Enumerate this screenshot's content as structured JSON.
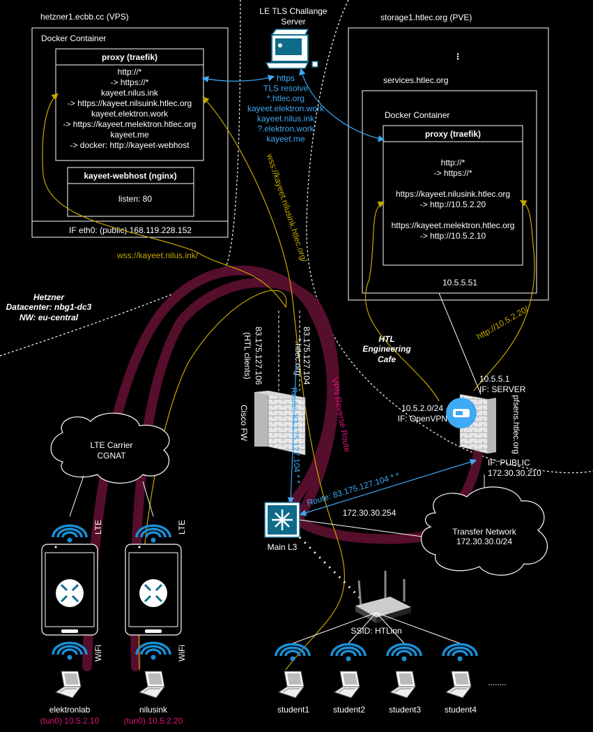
{
  "vps": {
    "title": "hetzner1.ecbb.cc (VPS)",
    "docker_label": "Docker Container",
    "proxy_title": "proxy (traefik)",
    "proxy_lines": [
      "http://*",
      "-> https://*",
      "kayeet.nilus.ink",
      "-> https://kayeet.nilsuink.htlec.org",
      "kayeet.elektron.work",
      "-> https://kayeet.melektron.htlec.org",
      "kayeet.me",
      "-> docker: http://kayeet-webhost"
    ],
    "webhost_title": "kayeet-webhost (nginx)",
    "webhost_listen": "listen: 80",
    "interface": "IF eth0: (public) 168.119.228.152"
  },
  "tls_server": {
    "title_line1": "LE TLS Challange",
    "title_line2": "Server",
    "info_lines": [
      "https",
      "TLS resolve",
      "*.htlec.org",
      "kayeet.elektron.work",
      "kayeet.nilus.ink",
      "?.elektron.work",
      "kayeet.me"
    ]
  },
  "pve": {
    "title": "storage1.htlec.org (PVE)",
    "services_title": "services.htlec.org",
    "docker_label": "Docker Container",
    "proxy_title": "proxy (traefik)",
    "proxy_lines": [
      "http://*",
      "-> https://*",
      "",
      "https://kayeet.nilusink.htlec.org",
      "-> http://10.5.2.20",
      "",
      "https://kayeet.melektron.htlec.org",
      "-> http://10.5.2.10"
    ],
    "services_ip": "10.5.5.51",
    "ellipsis": "⋮"
  },
  "datacenter": {
    "line1": "Hetzner",
    "line2": "Datacenter: nbg1-dc3",
    "line3": "NW: eu-central"
  },
  "links": {
    "wss_nilus": "wss://kayeet.nilus.ink/",
    "wss_nilusink": "wss://kayeet.nilusink.htlec.org/",
    "http_1052": "http://10.5.2.20/",
    "vpn_reverse": "VPN Reverse Route",
    "route_vertical": "Route: 83.175.127.104 * *",
    "route_diag": "Route: 83.175.127.104 * *"
  },
  "cisco": {
    "label": "Cisco FW",
    "ip_clients": "83.175.127.106",
    "ip_clients_sub": "(HTL clients)",
    "ip_htlec": "83.175.127.104",
    "ip_htlec_sub": "*.htlec.org"
  },
  "cafe": {
    "line1": "HTL",
    "line2": "Engineering",
    "line3": "Cafe"
  },
  "pfsense": {
    "name": "pfsens.htlec.org",
    "server_ip": "10.5.5.1",
    "server_if": "IF: SERVER",
    "ovpn_net": "10.5.2.0/24",
    "ovpn_if": "IF: OpenVPN",
    "public_if": "IF: PUBLIC",
    "public_ip": "172.30.30.210"
  },
  "main_l3": {
    "label": "Main L3",
    "ip": "172.30.30.254"
  },
  "transfer": {
    "line1": "Transfer Network",
    "line2": "172.30.30.0/24"
  },
  "lte_cloud": {
    "line1": "LTE Carrier",
    "line2": "CGNAT"
  },
  "wireless": {
    "lte": "LTE",
    "wifi": "WiFi",
    "ssid": "SSID: HTLinn"
  },
  "clients": [
    {
      "name": "elektronlab",
      "tun": "(tun0) 10.5.2.10"
    },
    {
      "name": "nilusink",
      "tun": "(tun0) 10.5.2.20"
    }
  ],
  "students": [
    "student1",
    "student2",
    "student3",
    "student4"
  ],
  "more": "........",
  "colors": {
    "blue": "#3fa9f5",
    "gold": "#c8a800",
    "pink": "#e0147a",
    "maroon": "#5a0f2e",
    "router": "#0f6b8a"
  }
}
